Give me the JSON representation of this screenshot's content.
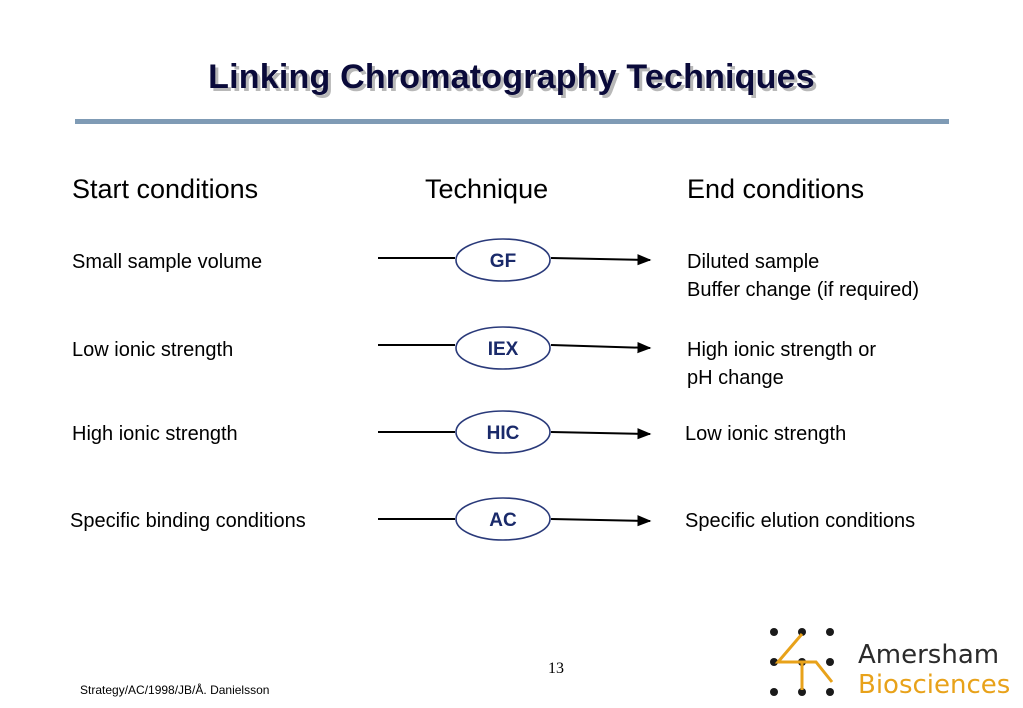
{
  "slide": {
    "title": "Linking Chromatography Techniques",
    "headers": {
      "start": "Start conditions",
      "technique": "Technique",
      "end": "End conditions"
    },
    "rows": [
      {
        "start": "Small sample volume",
        "technique": "GF",
        "end": [
          "Diluted sample",
          "Buffer change (if required)"
        ]
      },
      {
        "start": "Low ionic strength",
        "technique": "IEX",
        "end": [
          "High ionic strength or",
          "pH change"
        ]
      },
      {
        "start": "High ionic strength",
        "technique": "HIC",
        "end": [
          "Low ionic strength"
        ]
      },
      {
        "start": "Specific binding conditions",
        "technique": "AC",
        "end": [
          "Specific elution conditions"
        ]
      }
    ],
    "page_number": "13",
    "footer": "Strategy/AC/1998/JB/Å. Danielsson"
  },
  "logo": {
    "line1": "Amersham",
    "line2": "Biosciences",
    "accent_color": "#e8a21a"
  },
  "colors": {
    "title": "#0a0a3a",
    "rule": "#7f9bb5",
    "technique_text": "#1a2a6a",
    "ellipse_stroke": "#2a3a7a"
  }
}
